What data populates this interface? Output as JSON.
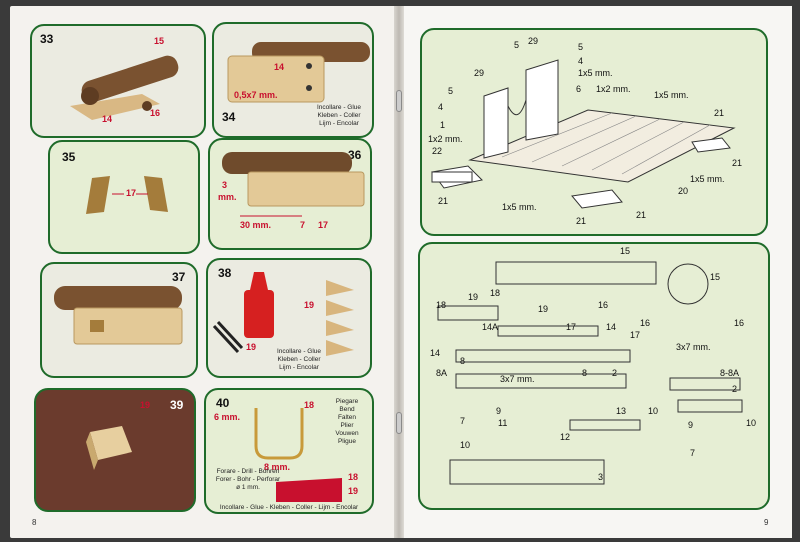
{
  "pages": {
    "left_number": "8",
    "right_number": "9"
  },
  "left": {
    "steps": [
      {
        "number": "33",
        "labels": [
          "15",
          "14",
          "16"
        ]
      },
      {
        "number": "34",
        "labels": [
          "14",
          "0,5x7 mm."
        ],
        "glue_lines": "Incollare - Glue\nKleben - Coller\nLijm - Encolar"
      },
      {
        "number": "35",
        "labels": [
          "17"
        ]
      },
      {
        "number": "36",
        "labels": [
          "3",
          "mm.",
          "30 mm.",
          "7",
          "17"
        ]
      },
      {
        "number": "37",
        "labels": []
      },
      {
        "number": "38",
        "labels": [
          "19",
          "19"
        ],
        "glue_lines": "Incollare - Glue\nKleben - Coller\nLijm - Encolar"
      },
      {
        "number": "39",
        "labels": [
          "19"
        ]
      },
      {
        "number": "40",
        "labels": [
          "6 mm.",
          "8 mm.",
          "18",
          "18",
          "19"
        ],
        "bend_lines": "Piegare\nBend\nFalten\nPlier\nVouwen\nPligue",
        "drill_lines": "Forare - Drill - Bohren\nForer - Bohr - Perforar\nø 1 mm.",
        "footer": "Incollare - Glue - Kleben - Coller - Lijm - Encolar"
      }
    ]
  },
  "right": {
    "top_labels": {
      "l5a": "5",
      "l29a": "29",
      "l5b": "5",
      "l4a": "4",
      "l1x5a": "1x5 mm.",
      "l5c": "5",
      "l29b": "29",
      "l4b": "4",
      "l6": "6",
      "l1x2a": "1x2 mm.",
      "l1x5b": "1x5 mm.",
      "l1": "1",
      "l1x2b": "1x2 mm.",
      "l22": "22",
      "l21a": "21",
      "l21b": "21",
      "l20": "20",
      "l1x5c": "1x5 mm.",
      "l1x5d": "1x5 mm.",
      "l21c": "21",
      "l21d": "21",
      "l21e": "21"
    },
    "bottom_labels": {
      "l15a": "15",
      "l15b": "15",
      "l18a": "18",
      "l19a": "19",
      "l18b": "18",
      "l19b": "19",
      "l16a": "16",
      "l16b": "16",
      "l16c": "16",
      "l14A": "14A",
      "l14a": "14",
      "l14b": "14",
      "l17a": "17",
      "l17b": "17",
      "l3x7a": "3x7 mm.",
      "l3x7b": "3x7 mm.",
      "l8Aa": "8A",
      "l8a": "8",
      "l8b": "8",
      "l8Ab": "8-8A",
      "l2a": "2",
      "l2b": "2",
      "l7a": "7",
      "l9a": "9",
      "l11": "11",
      "l13": "13",
      "l10a": "10",
      "l10b": "10",
      "l10c": "10",
      "l9b": "9",
      "l7b": "7",
      "l12": "12",
      "l3": "3"
    }
  },
  "colors": {
    "frame": "#1f6b2a",
    "panel_bg": "#e6eed4",
    "label_red": "#c8102e",
    "bronze": "#7a5230",
    "wood": "#e3c997"
  }
}
